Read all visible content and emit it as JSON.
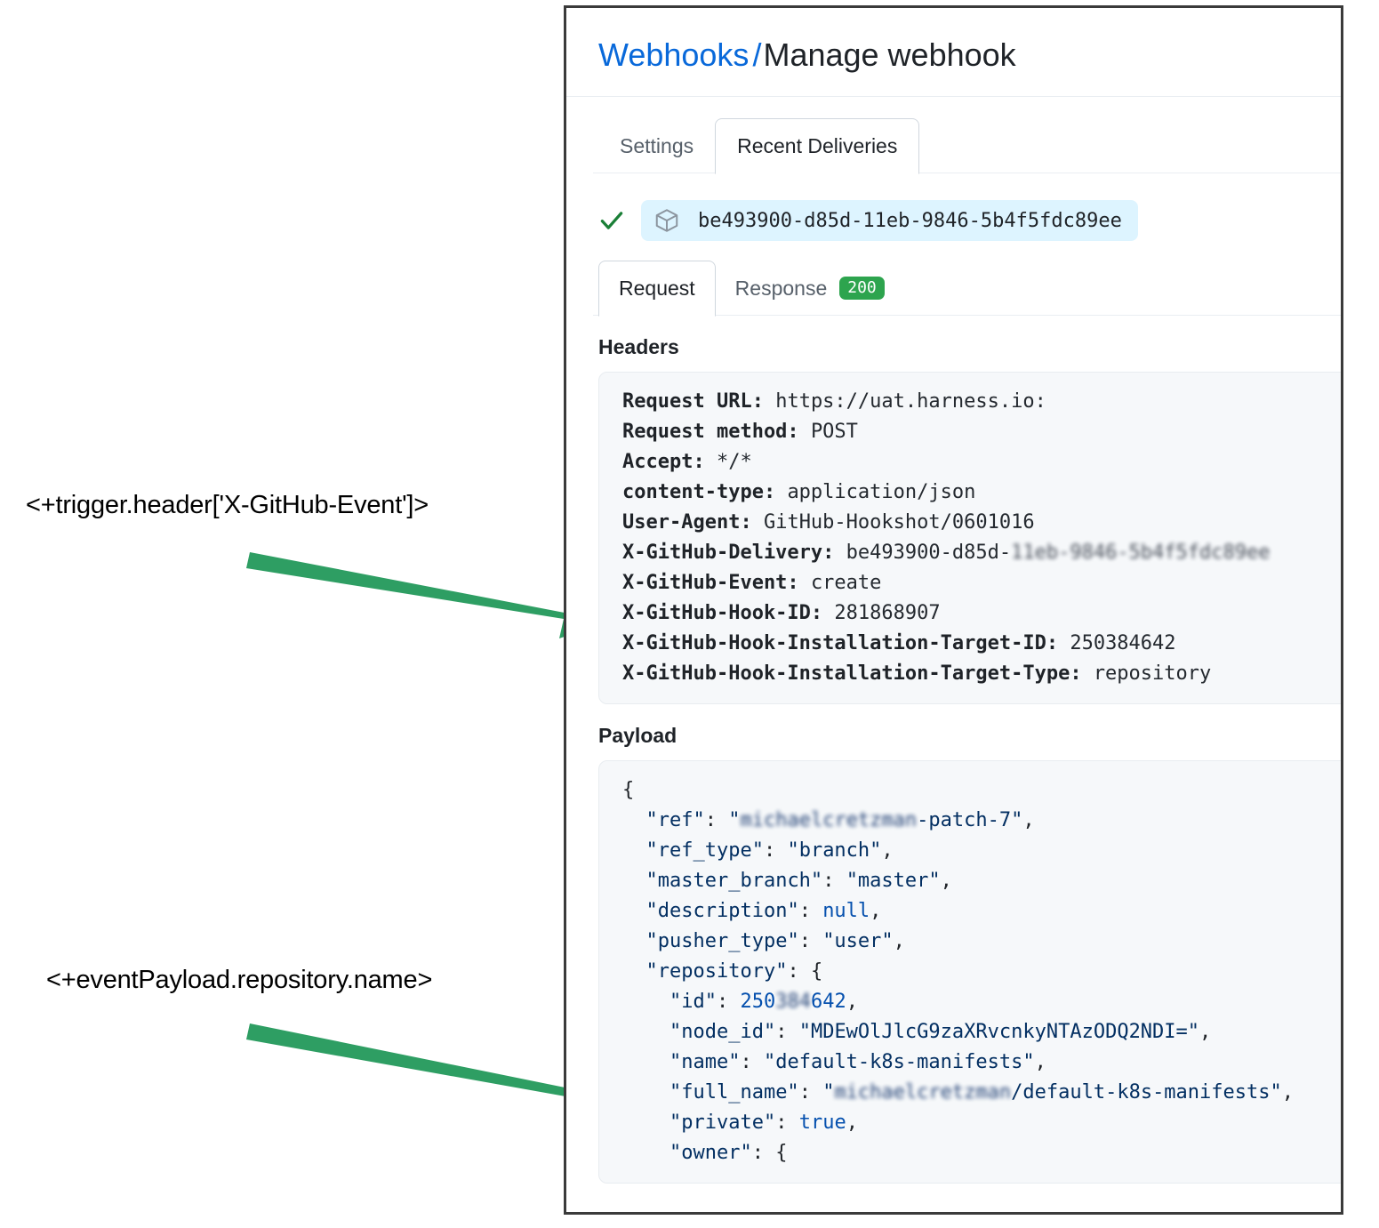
{
  "annotations": [
    {
      "label": "<+trigger.header['X-GitHub-Event']>"
    },
    {
      "label": "<+eventPayload.repository.name>"
    }
  ],
  "panel": {
    "breadcrumb": {
      "link": "Webhooks",
      "separator": "/",
      "current": "Manage webhook"
    },
    "outer_tabs": [
      {
        "label": "Settings",
        "active": false
      },
      {
        "label": "Recent Deliveries",
        "active": true
      }
    ],
    "delivery": {
      "status_icon": "check-icon",
      "package_icon": "cube-icon",
      "id": "be493900-d85d-11eb-9846-5b4f5fdc89ee"
    },
    "inner_tabs": [
      {
        "label": "Request",
        "active": true
      },
      {
        "label": "Response",
        "active": false,
        "badge": "200"
      }
    ],
    "headers_section": {
      "title": "Headers",
      "rows": [
        {
          "key": "Request URL:",
          "value": "https://uat.harness.io:"
        },
        {
          "key": "Request method:",
          "value": "POST"
        },
        {
          "key": "Accept:",
          "value": "*/*"
        },
        {
          "key": "content-type:",
          "value": "application/json"
        },
        {
          "key": "User-Agent:",
          "value": "GitHub-Hookshot/0601016"
        },
        {
          "key": "X-GitHub-Delivery:",
          "value": "be493900-d85d-",
          "redacted": "11eb-9846-5b4f5fdc89ee"
        },
        {
          "key": "X-GitHub-Event:",
          "value": "create"
        },
        {
          "key": "X-GitHub-Hook-ID:",
          "value": "281868907"
        },
        {
          "key": "X-GitHub-Hook-Installation-Target-ID:",
          "value": "250384642"
        },
        {
          "key": "X-GitHub-Hook-Installation-Target-Type:",
          "value": "repository"
        }
      ]
    },
    "payload_section": {
      "title": "Payload",
      "lines": [
        "{",
        "  \"ref\": \"[redacted]-patch-7\",",
        "  \"ref_type\": \"branch\",",
        "  \"master_branch\": \"master\",",
        "  \"description\": null,",
        "  \"pusher_type\": \"user\",",
        "  \"repository\": {",
        "    \"id\": 250[redacted]642,",
        "    \"node_id\": \"MDEwOlJlcG9zaXRvcnkyNTAzODQ2NDI=\",",
        "    \"name\": \"default-k8s-manifests\",",
        "    \"full_name\": \"[redacted]/default-k8s-manifests\",",
        "    \"private\": true,",
        "    \"owner\": {"
      ],
      "redacted_ref_prefix": "michaelcretzman",
      "redacted_id_middle": "384",
      "redacted_owner": "michaelcretzman"
    }
  },
  "colors": {
    "link": "#0969da",
    "arrow_green": "#2e9e63",
    "badge_green": "#2da44e",
    "chip_blue": "#ddf4ff",
    "code_bg": "#f6f8fa",
    "panel_border": "#3a3a3a"
  }
}
